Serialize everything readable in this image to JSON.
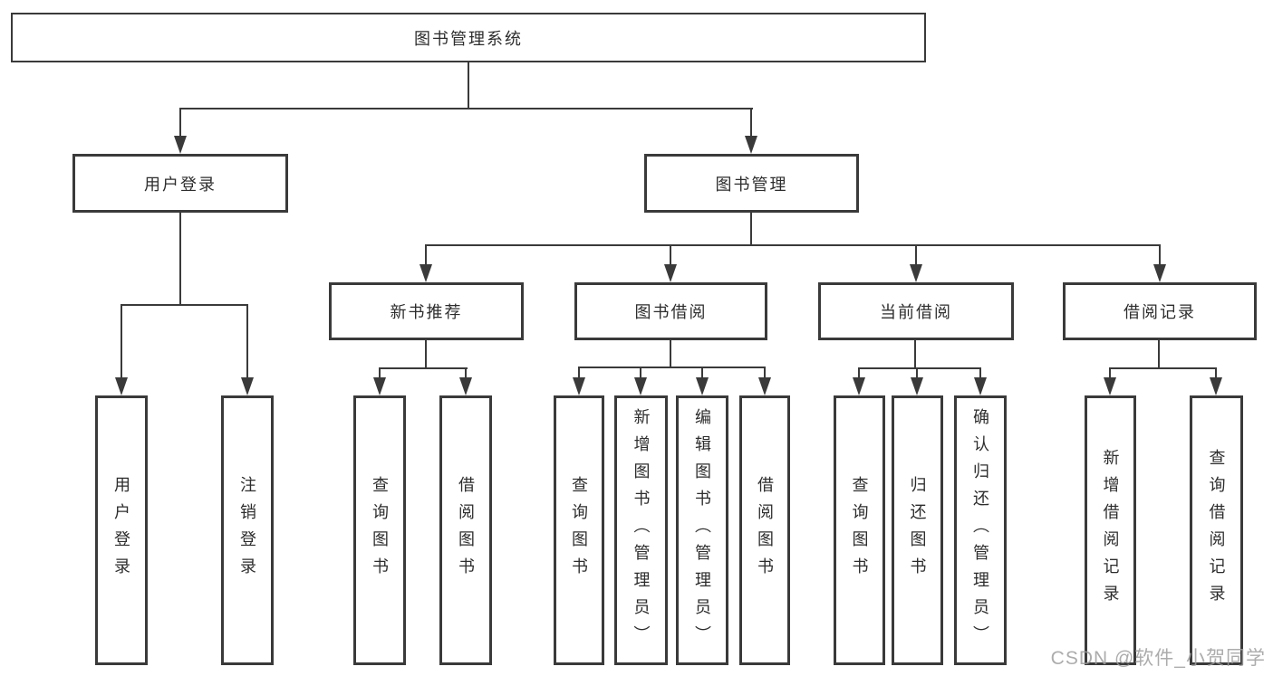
{
  "colors": {
    "line": "#3a3a3a",
    "box_border": "#3a3a3a",
    "text": "#2d2d2d",
    "background": "#ffffff",
    "watermark": "#9e9e9e"
  },
  "diagram": {
    "root": "图书管理系统",
    "branches": [
      {
        "label": "用户登录",
        "children": [
          "用户登录",
          "注销登录"
        ]
      },
      {
        "label": "图书管理",
        "children": [
          {
            "label": "新书推荐",
            "children": [
              "查询图书",
              "借阅图书"
            ]
          },
          {
            "label": "图书借阅",
            "children": [
              "查询图书",
              "新增图书（管理员）",
              "编辑图书（管理员）",
              "借阅图书"
            ]
          },
          {
            "label": "当前借阅",
            "children": [
              "查询图书",
              "归还图书",
              "确认归还（管理员）"
            ]
          },
          {
            "label": "借阅记录",
            "children": [
              "新增借阅记录",
              "查询借阅记录"
            ]
          }
        ]
      }
    ]
  },
  "watermark": "CSDN @软件_小贺同学"
}
